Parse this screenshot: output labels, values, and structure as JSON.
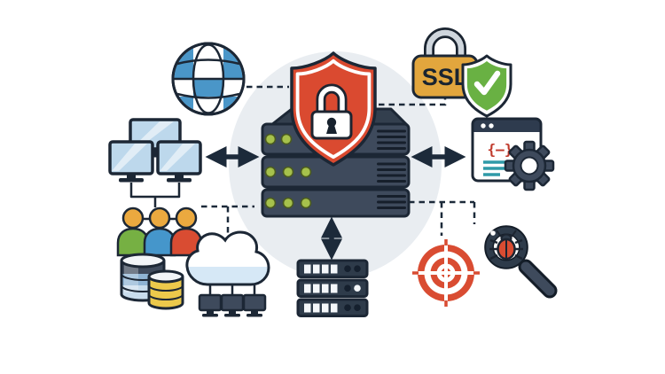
{
  "scene": {
    "title": "Server security network illustration",
    "description": "Central server rack protected by a red shield lock, connected to network nodes"
  },
  "labels": {
    "ssl": "SSL",
    "code": "{—}"
  },
  "icons": [
    "globe-icon",
    "network-monitors-icon",
    "users-icon",
    "database-icon",
    "cloud-network-icon",
    "secured-server-icon",
    "shield-lock-icon",
    "server-rack-icon",
    "ssl-padlock-icon",
    "verified-shield-icon",
    "code-window-icon",
    "gear-icon",
    "target-icon",
    "magnifier-bug-icon",
    "left-double-arrow",
    "right-double-arrow",
    "down-double-arrow"
  ],
  "palette": {
    "background": "#ffffff",
    "halo": "#e9edf1",
    "outline": "#1c2735",
    "arrow": "#1c2a3a",
    "server_body": "#3e4a5c",
    "server_top": "#333f4e",
    "server_dark": "#2e3b4a",
    "vent_dark": "#161f2b",
    "led_green": "#a6c14c",
    "shield_red": "#da4a30",
    "globe_blue": "#4a96c8",
    "screen_blue": "#bdd8ec",
    "ssl_gold": "#e2a63d",
    "shackle_gray": "#cfd6dd",
    "check_green": "#69b143",
    "header_slate": "#2e3b4e",
    "code_red": "#c0392b",
    "teal_code": "#2f9aa8",
    "people_green": "#76b043",
    "people_blue": "#4596cb",
    "people_red": "#d94c32",
    "head_orange": "#eba93f",
    "db_navy": "#3e4a5c",
    "db_blue": "#8fb4d4",
    "db_pale": "#c9dded",
    "db_top": "#f2f5f8",
    "db_yellow": "#ecc94b",
    "cloud_blue": "#d6e8f6",
    "target_red": "#d94c32",
    "bug_red": "#d94c32"
  }
}
